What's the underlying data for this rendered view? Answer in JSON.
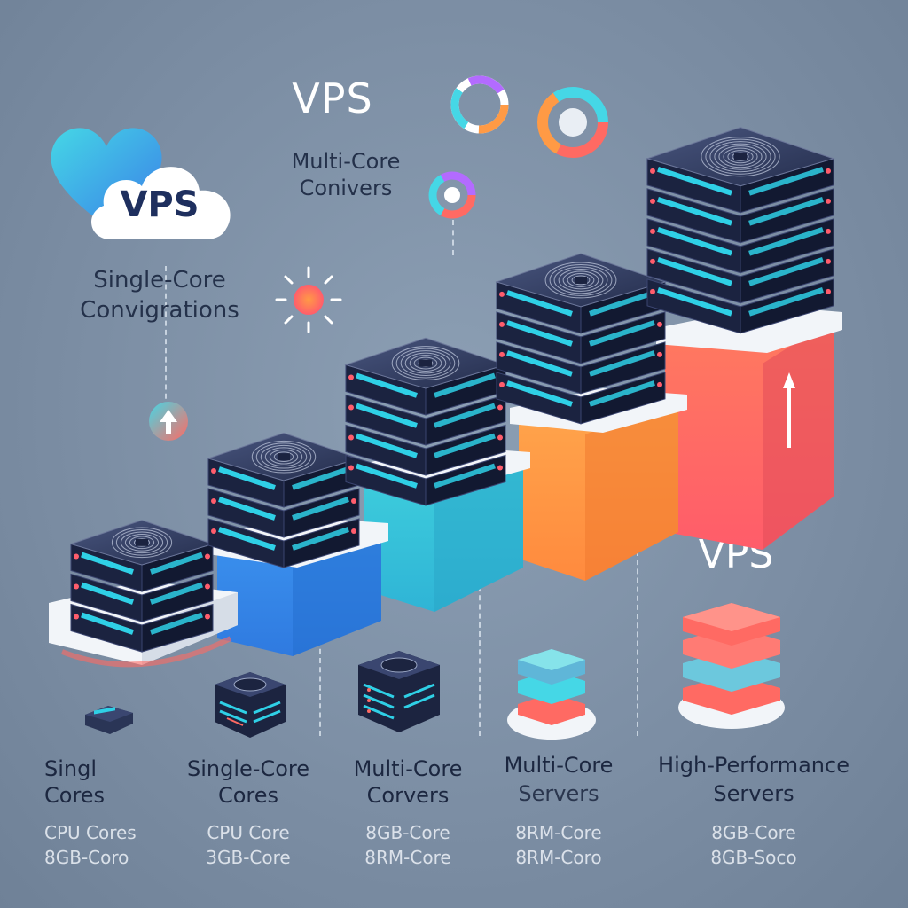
{
  "headings": {
    "top": "VPS",
    "cloud": "VPS",
    "right": "VPS"
  },
  "captions": {
    "multi_core_line1": "Multi-Core",
    "multi_core_line2": "Conivers",
    "single_core_line1": "Single-Core",
    "single_core_line2": "Convigrations"
  },
  "tiers": [
    {
      "line1": "Singl",
      "line2": "Cores",
      "spec1": "CPU Cores",
      "spec2": "8GB-Coro"
    },
    {
      "line1": "Single-Core",
      "line2": "Cores",
      "spec1": "CPU Core",
      "spec2": "3GB-Core"
    },
    {
      "line1": "Multi-Core",
      "line2": "Corvers",
      "spec1": "8GB-Core",
      "spec2": "8RM-Core"
    },
    {
      "line1": "Multi-Core",
      "line2": "Servers",
      "spec1": "8RM-Core",
      "spec2": "8RM-Coro"
    },
    {
      "line1": "High-Performance",
      "line2": "Servers",
      "spec1": "8GB-Core",
      "spec2": "8GB-Soco"
    }
  ],
  "colors": {
    "background": "#7b8da3",
    "pillar_blue": "#3a8de8",
    "pillar_teal": "#36c7d6",
    "pillar_orange": "#ff9a45",
    "pillar_red": "#ff6a63",
    "server_body": "#1f2943",
    "server_accent": "#2fd0e6"
  },
  "icons": [
    "heart-icon",
    "cloud-icon",
    "sun-icon",
    "up-arrow-icon",
    "ring-icon",
    "server-stack-icon"
  ]
}
